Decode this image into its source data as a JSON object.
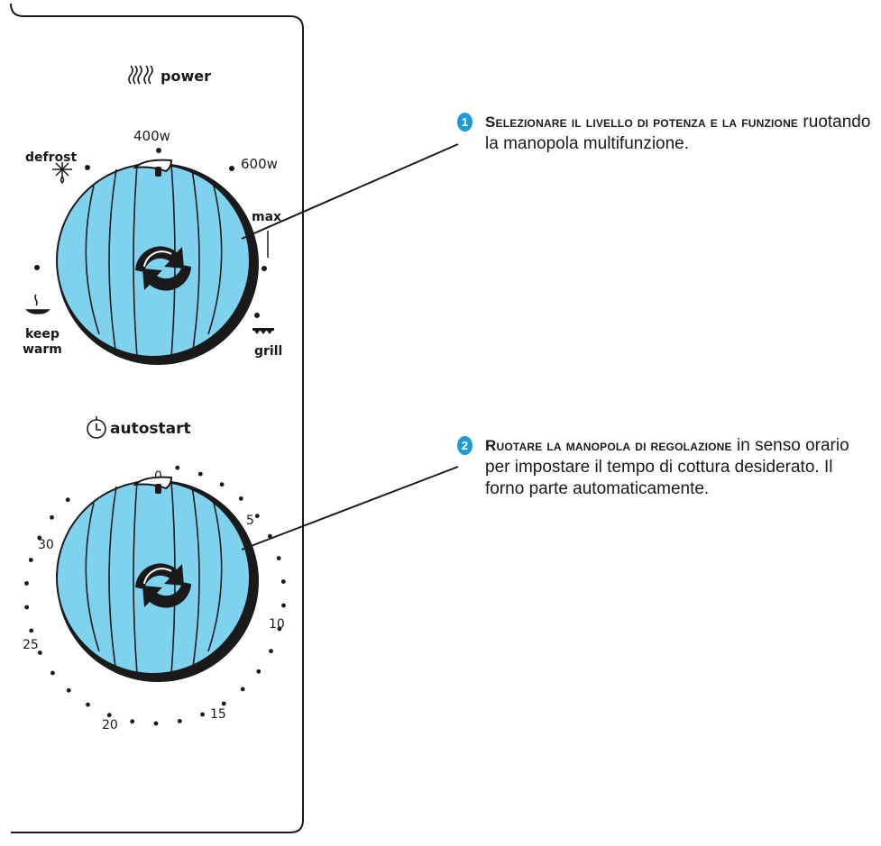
{
  "colors": {
    "knob": "#7fd2ee",
    "badge": "#1e9ad6",
    "ink": "#1a1a1a"
  },
  "power": {
    "title": "power",
    "icon": "wave-power-icon",
    "labels": {
      "defrost": "defrost",
      "w400": "400w",
      "w600": "600w",
      "max": "max",
      "keep_warm_1": "keep",
      "keep_warm_2": "warm",
      "grill": "grill"
    },
    "icons": [
      "snowflake-defrost-icon",
      "keep-warm-plate-icon",
      "grill-icon",
      "rotate-arrows-icon"
    ]
  },
  "autostart": {
    "title": "autostart",
    "icon": "timer-icon",
    "scale": [
      "0",
      "5",
      "10",
      "15",
      "20",
      "25",
      "30"
    ]
  },
  "steps": [
    {
      "number": "1",
      "lead": "Selezionare il livello di potenza e la funzione",
      "text": "ruotando la manopola multifunzione."
    },
    {
      "number": "2",
      "lead": "Ruotare la manopola di regolazione",
      "text": "in senso orario per impostare il tempo di cottura desiderato. Il forno parte automaticamente."
    }
  ]
}
